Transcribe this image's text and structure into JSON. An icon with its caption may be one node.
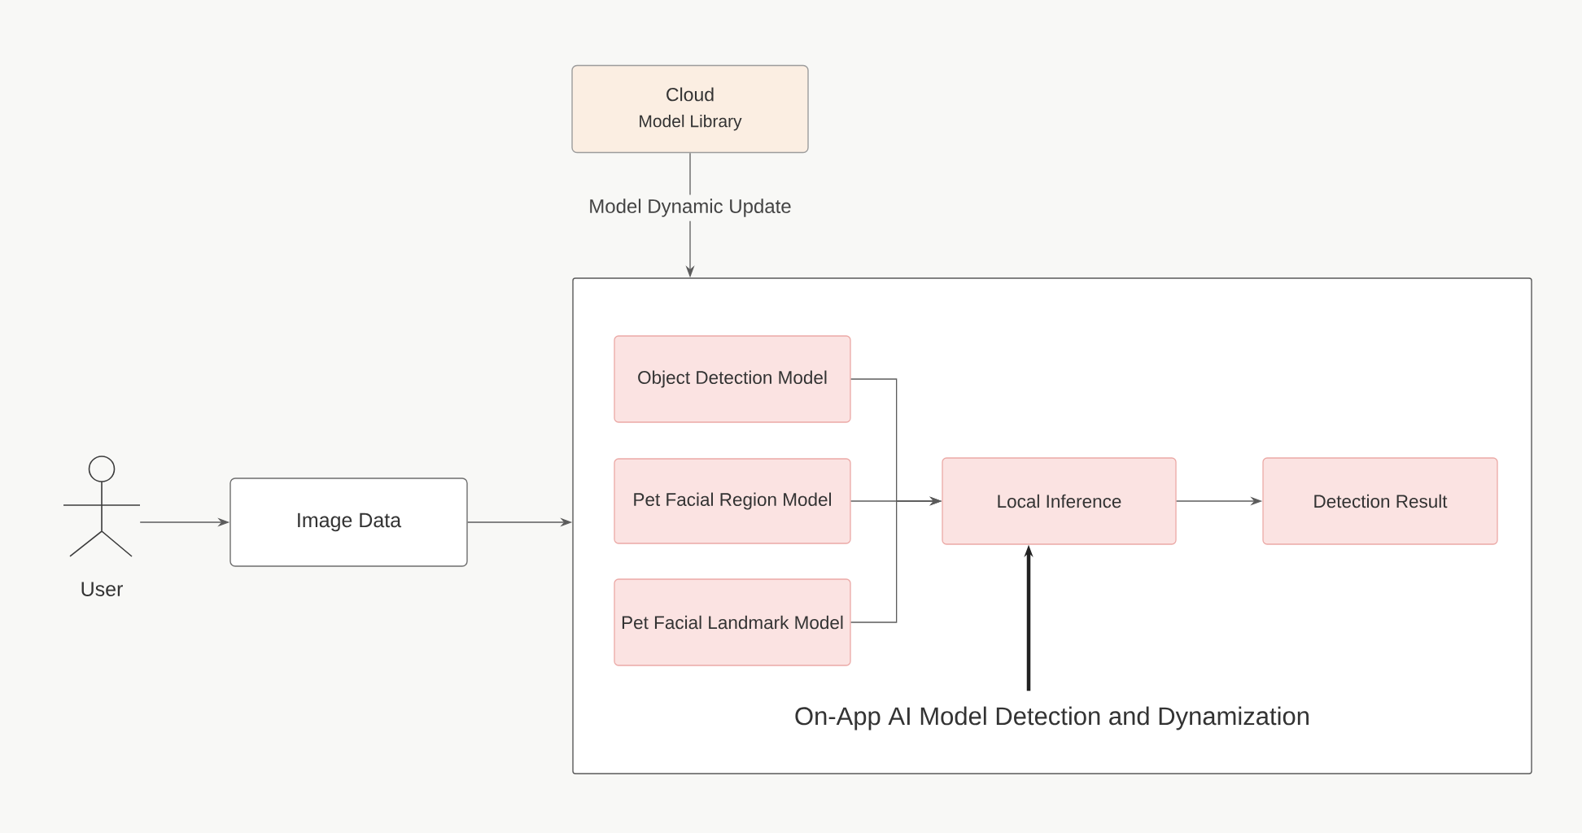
{
  "diagram": {
    "nodes": [
      {
        "text": [
          "Cloud",
          "Model Library"
        ]
      },
      {
        "text": [],
        "shape": "person",
        "beside": [
          "User"
        ]
      },
      {
        "text": [
          "Image Data"
        ]
      },
      {
        "text": [],
        "shape": "box"
      },
      {
        "text": [
          "Object Detection Model"
        ],
        "in": 3
      },
      {
        "text": [
          "Pet Facial Region Model"
        ],
        "in": 3
      },
      {
        "text": [
          "Pet Facial Landmark Model"
        ],
        "in": 3
      },
      {
        "text": [
          "Local Inference"
        ],
        "in": 3
      },
      {
        "text": [
          "Detection Result"
        ],
        "in": 3
      },
      {
        "text": [
          "On-App AI Model Detection and Dynamization"
        ],
        "in": 3
      }
    ],
    "edges": [
      {
        "from": 0,
        "to": 3,
        "arrow": "to",
        "label": "Model Dynamic Update"
      },
      {
        "from": 1,
        "to": 2,
        "arrow": "to"
      },
      {
        "from": 2,
        "to": 3,
        "arrow": "to"
      },
      {
        "from": 4,
        "to": 7,
        "arrow": "to"
      },
      {
        "from": 5,
        "to": 7,
        "arrow": "to"
      },
      {
        "from": 6,
        "to": 7,
        "arrow": "to"
      },
      {
        "from": 7,
        "to": 8,
        "arrow": "to"
      },
      {
        "from": 9,
        "to": 7,
        "arrow": "to",
        "style": "thick",
        "color": "#222222"
      }
    ]
  }
}
